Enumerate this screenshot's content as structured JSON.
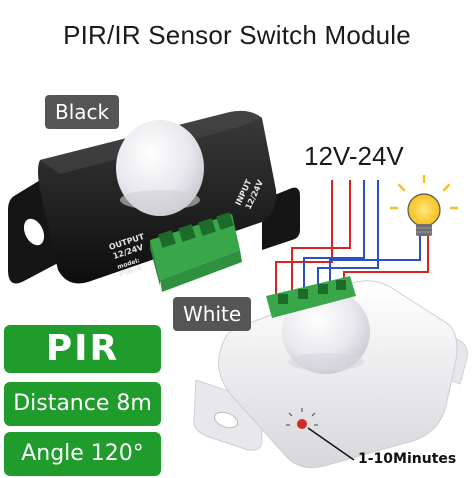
{
  "title": "PIR/IR Sensor Switch Module",
  "labels": {
    "black": "Black",
    "white": "White",
    "voltage": "12V-24V",
    "minutes": "1-10Minutes"
  },
  "black_module": {
    "output_label": "OUTPUT",
    "output_voltage": "12/24V",
    "model_label": "model:",
    "model": "PIR-8",
    "input_label": "INPUT",
    "input_voltage": "12/24V"
  },
  "badges": {
    "type": "PIR",
    "distance": "Distance 8m",
    "angle": "Angle 120°"
  },
  "colors": {
    "badge_green": "#1f9c2c",
    "tag_gray": "#555555",
    "terminal_green": "#3aa64a",
    "wire_red": "#d22",
    "wire_blue": "#2a4fc9",
    "bulb_yellow": "#f6c21c"
  }
}
